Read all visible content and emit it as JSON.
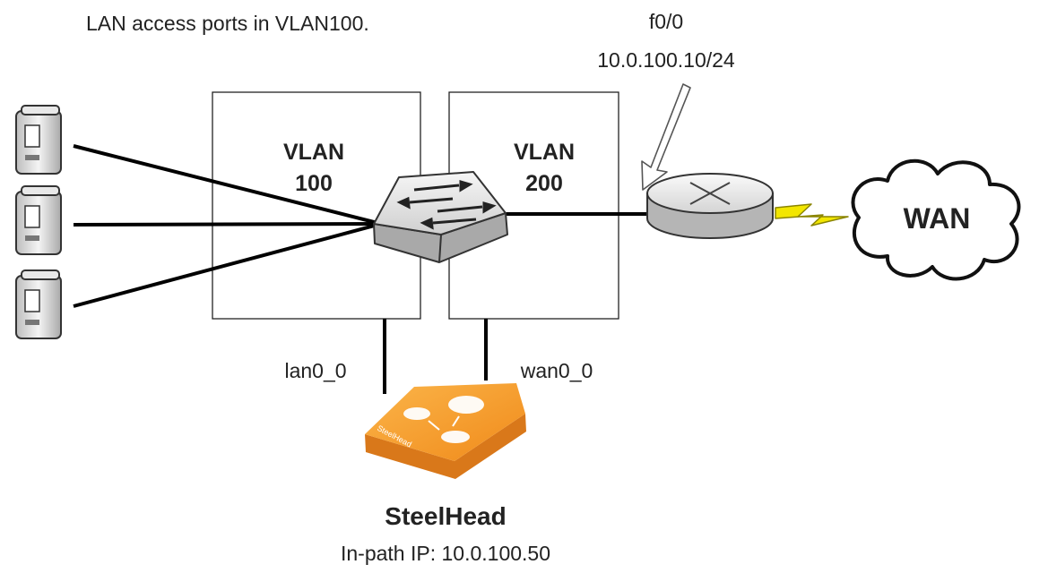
{
  "caption": "LAN access ports in VLAN100.",
  "router": {
    "interface": "f0/0",
    "ip": "10.0.100.10/24"
  },
  "vlan100": {
    "line1": "VLAN",
    "line2": "100"
  },
  "vlan200": {
    "line1": "VLAN",
    "line2": "200"
  },
  "ports": {
    "lan": "lan0_0",
    "wan": "wan0_0"
  },
  "wan_cloud": {
    "label": "WAN"
  },
  "steelhead": {
    "name": "SteelHead",
    "inpath": "In-path IP: 10.0.100.50",
    "device_text": "SteelHead"
  },
  "colors": {
    "steelhead_orange": "#f59a2a",
    "lightning_yellow": "#f2e600",
    "device_gray": "#cfcfcf",
    "line": "#000000"
  },
  "icons": [
    "server-icon",
    "switch-icon",
    "router-icon",
    "cloud-icon",
    "lightning-icon",
    "steelhead-appliance-icon",
    "arrow-icon"
  ]
}
